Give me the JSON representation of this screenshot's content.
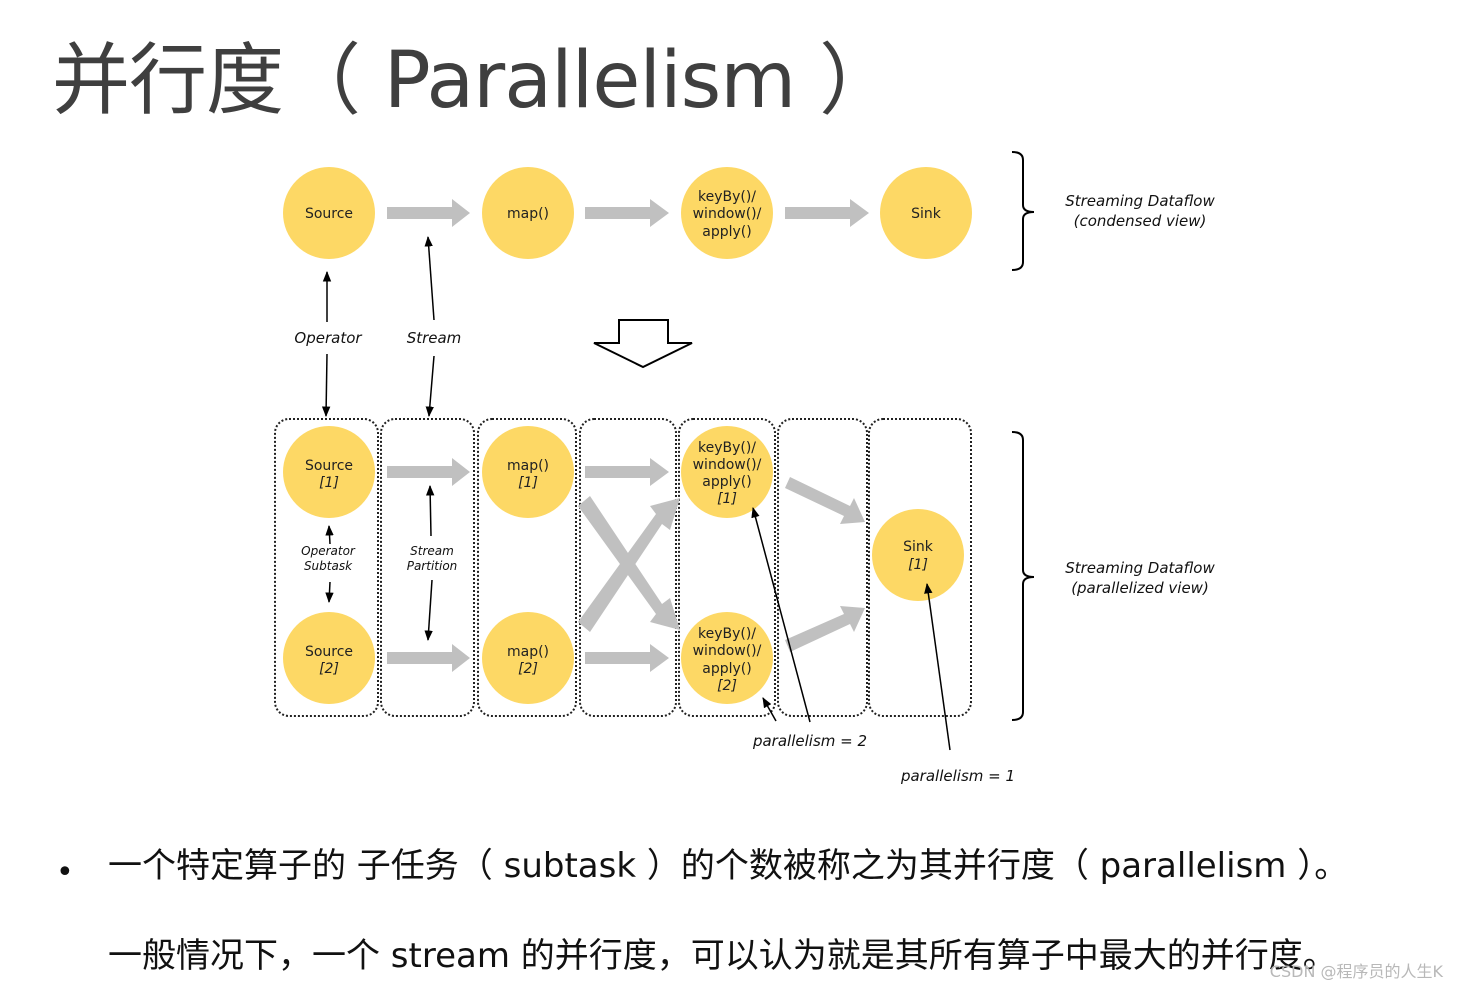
{
  "title": "并行度（ Parallelism ）",
  "colors": {
    "node_fill": "#fdd865",
    "arrow_gray": "#c0c0c0",
    "text": "#222222",
    "title": "#3f3f3f"
  },
  "condensed_view": {
    "label_line1": "Streaming Dataflow",
    "label_line2": "(condensed view)",
    "nodes": [
      {
        "id": "source",
        "lines": [
          "Source"
        ]
      },
      {
        "id": "map",
        "lines": [
          "map()"
        ]
      },
      {
        "id": "keyby",
        "lines": [
          "keyBy()/",
          "window()/",
          "apply()"
        ]
      },
      {
        "id": "sink",
        "lines": [
          "Sink"
        ]
      }
    ],
    "annotations": {
      "operator": "Operator",
      "stream": "Stream"
    }
  },
  "parallel_view": {
    "label_line1": "Streaming Dataflow",
    "label_line2": "(parallelized view)",
    "nodes": [
      {
        "id": "source1",
        "lines": [
          "Source"
        ],
        "index": "[1]"
      },
      {
        "id": "source2",
        "lines": [
          "Source"
        ],
        "index": "[2]"
      },
      {
        "id": "map1",
        "lines": [
          "map()"
        ],
        "index": "[1]"
      },
      {
        "id": "map2",
        "lines": [
          "map()"
        ],
        "index": "[2]"
      },
      {
        "id": "keyby1",
        "lines": [
          "keyBy()/",
          "window()/",
          "apply()"
        ],
        "index": "[1]"
      },
      {
        "id": "keyby2",
        "lines": [
          "keyBy()/",
          "window()/",
          "apply()"
        ],
        "index": "[2]"
      },
      {
        "id": "sink1",
        "lines": [
          "Sink"
        ],
        "index": "[1]"
      }
    ],
    "annotations": {
      "operator_subtask_1": "Operator",
      "operator_subtask_2": "Subtask",
      "stream_partition_1": "Stream",
      "stream_partition_2": "Partition",
      "parallelism_2": "parallelism = 2",
      "parallelism_1": "parallelism = 1"
    }
  },
  "bullets": {
    "line1": "一个特定算子的 子任务（ subtask ）的个数被称之为其并行度（ parallelism ）。",
    "line2": "一般情况下，一个 stream 的并行度，可以认为就是其所有算子中最大的并行度。"
  },
  "watermark": "CSDN @程序员的人生K"
}
